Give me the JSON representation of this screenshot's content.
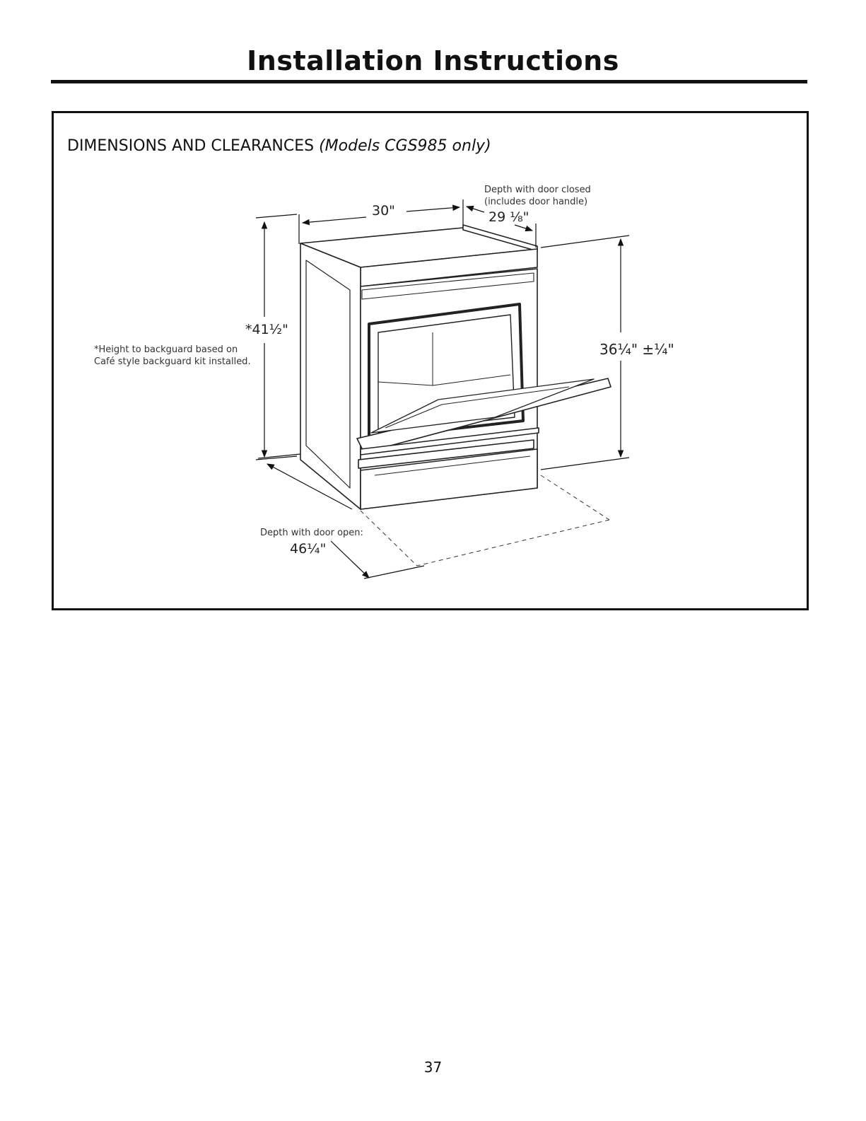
{
  "header": {
    "title": "Installation Instructions"
  },
  "section": {
    "heading": "DIMENSIONS AND CLEARANCES",
    "model_note": "(Models CGS985 only)"
  },
  "dimensions": {
    "width_value": "30\"",
    "depth_closed_label_line1": "Depth with door closed",
    "depth_closed_label_line2": "(includes door handle)",
    "depth_closed_value": "29 ⅛\"",
    "height_backguard_value": "*41½\"",
    "height_note_line1": "*Height to backguard based on",
    "height_note_line2": "Café style backguard kit installed.",
    "height_cooktop_value": "36¼\" ±¼\"",
    "depth_open_label": "Depth with door open:",
    "depth_open_value": "46¼\""
  },
  "footer": {
    "page_number": "37"
  }
}
